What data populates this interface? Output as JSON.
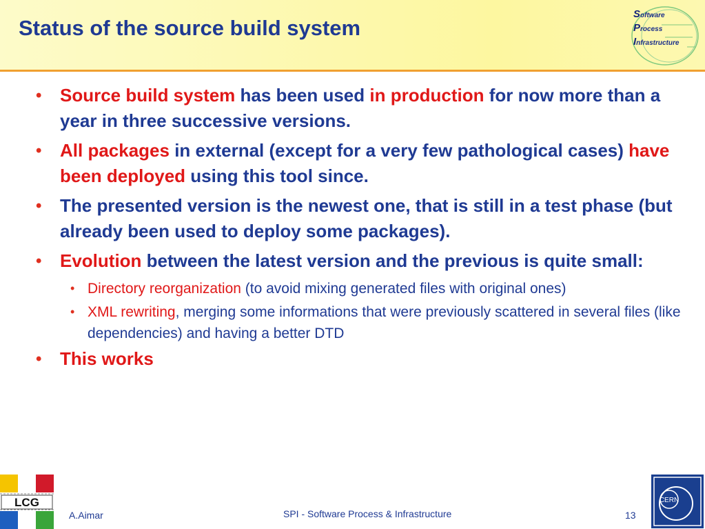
{
  "slide": {
    "title": "Status of the source build system",
    "logo": {
      "line1_cap": "S",
      "line1_rest": "oftware",
      "line2_cap": "P",
      "line2_rest": "rocess",
      "line3_cap": "I",
      "line3_rest": "nfrastructure"
    },
    "bullets": [
      {
        "segments": [
          {
            "text": "Source build system",
            "color": "#e01818"
          },
          {
            "text": " has been used ",
            "color": "#1f3a93"
          },
          {
            "text": "in production",
            "color": "#e01818"
          },
          {
            "text": " for now more than a year in three successive versions.",
            "color": "#1f3a93"
          }
        ]
      },
      {
        "segments": [
          {
            "text": "All packages",
            "color": "#e01818"
          },
          {
            "text": " in external (except for a very few pathological cases) ",
            "color": "#1f3a93"
          },
          {
            "text": "have been deployed",
            "color": "#e01818"
          },
          {
            "text": " using this tool since.",
            "color": "#1f3a93"
          }
        ]
      },
      {
        "segments": [
          {
            "text": "The presented version is the newest one, that is still in a test phase (but already been used to deploy some packages).",
            "color": "#1f3a93"
          }
        ]
      },
      {
        "segments": [
          {
            "text": "Evolution",
            "color": "#e01818"
          },
          {
            "text": " between the latest version and the previous is quite small:",
            "color": "#1f3a93"
          }
        ]
      },
      {
        "sub": true,
        "segments": [
          {
            "text": "Directory reorganization",
            "color": "#e01818"
          },
          {
            "text": " (to avoid mixing generated files with original ones)",
            "color": "#1f3a93"
          }
        ]
      },
      {
        "sub": true,
        "segments": [
          {
            "text": "XML rewriting",
            "color": "#e01818"
          },
          {
            "text": ", merging some informations that were previously scattered in several files (like dependencies) and having a better DTD",
            "color": "#1f3a93"
          }
        ]
      },
      {
        "segments": [
          {
            "text": "This works",
            "color": "#e01818"
          }
        ]
      }
    ],
    "footer": {
      "author": "A.Aimar",
      "center": "SPI - Software Process & Infrastructure",
      "page": "13"
    },
    "lcg_logo_text": "LCG",
    "cern_logo_text": "CERN",
    "bullet_glyph": "•"
  }
}
